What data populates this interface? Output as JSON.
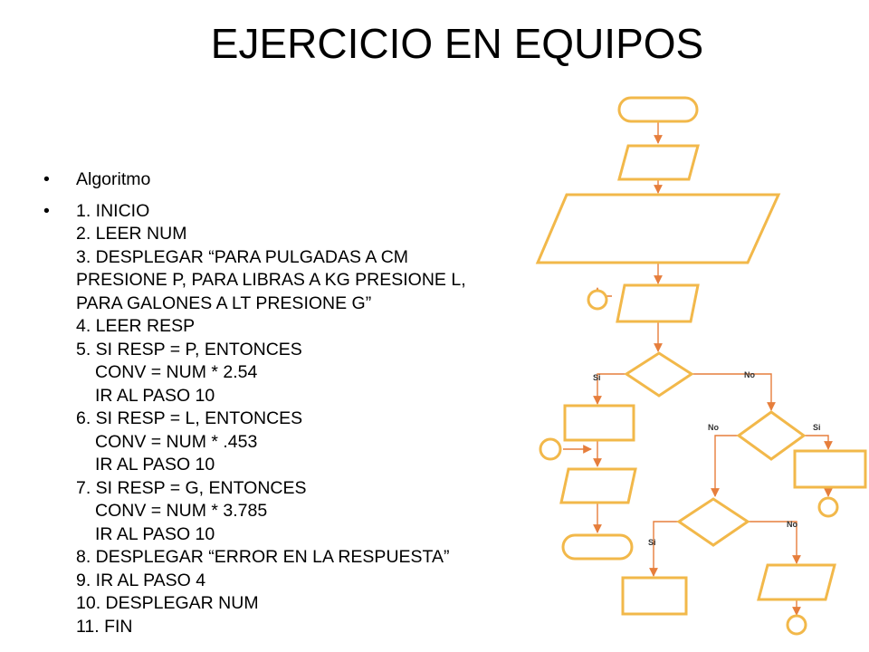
{
  "title": "EJERCICIO EN EQUIPOS",
  "bullets": [
    {
      "lines": [
        {
          "text": "Algoritmo",
          "indent": 0
        }
      ]
    },
    {
      "lines": [
        {
          "text": "1. INICIO",
          "indent": 0
        },
        {
          "text": "2. LEER NUM",
          "indent": 0
        },
        {
          "text": "3. DESPLEGAR “PARA PULGADAS A CM",
          "indent": 0
        },
        {
          "text": "PRESIONE P, PARA LIBRAS A KG PRESIONE L,",
          "indent": 0
        },
        {
          "text": "PARA GALONES A LT PRESIONE G”",
          "indent": 0
        },
        {
          "text": "4. LEER RESP",
          "indent": 0
        },
        {
          "text": "5. SI RESP = P, ENTONCES",
          "indent": 0
        },
        {
          "text": "CONV = NUM * 2.54",
          "indent": 1
        },
        {
          "text": "IR AL PASO 10",
          "indent": 1
        },
        {
          "text": "6. SI RESP = L, ENTONCES",
          "indent": 0
        },
        {
          "text": "CONV = NUM * .453",
          "indent": 1
        },
        {
          "text": "IR AL PASO 10",
          "indent": 1
        },
        {
          "text": "7. SI RESP = G, ENTONCES",
          "indent": 0
        },
        {
          "text": "CONV = NUM * 3.785",
          "indent": 1
        },
        {
          "text": "IR AL PASO 10",
          "indent": 1
        },
        {
          "text": "8. DESPLEGAR “ERROR EN LA RESPUESTA”",
          "indent": 0
        },
        {
          "text": "9. IR AL PASO 4",
          "indent": 0
        },
        {
          "text": "10. DESPLEGAR NUM",
          "indent": 0
        },
        {
          "text": "11. FIN",
          "indent": 0
        }
      ]
    }
  ],
  "flowchart": {
    "colors": {
      "shape_stroke": "#f2b84a",
      "connector": "#e67e3c",
      "shape_fill": "#ffffff"
    },
    "branch_labels": {
      "d1_yes": "Si",
      "d1_no": "No",
      "d2_no": "No",
      "d2_yes": "Si",
      "d3_yes": "Si",
      "d3_no": "No"
    }
  }
}
